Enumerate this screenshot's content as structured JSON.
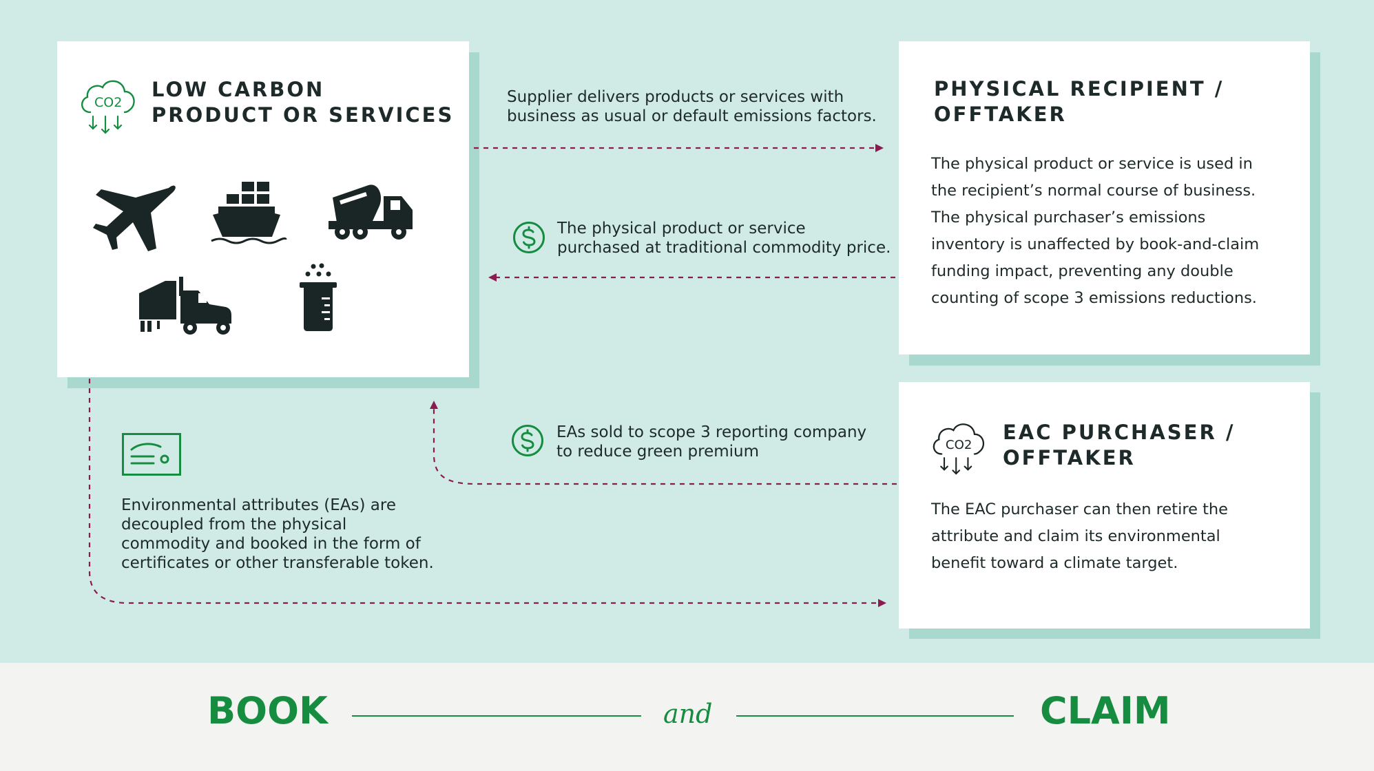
{
  "colors": {
    "panel": "#d0ebe5",
    "shadow": "#a9d8ce",
    "card": "#ffffff",
    "text": "#1e2a2a",
    "arrow": "#8b1a4e",
    "green": "#168c40",
    "icon": "#1a2525",
    "footer": "#f3f3f1"
  },
  "low_carbon": {
    "icon": "co2-cloud-down-icon",
    "icon_label": "CO2",
    "title_lines": [
      "LOW CARBON",
      "PRODUCT OR SERVICES"
    ],
    "product_icons": [
      "airplane-icon",
      "cargo-ship-icon",
      "cement-truck-icon",
      "semi-truck-icon",
      "beaker-icon"
    ]
  },
  "physical_recipient": {
    "title_lines": [
      "PHYSICAL RECIPIENT /",
      "OFFTAKER"
    ],
    "body_lines": [
      "The physical product or service is used in",
      "the recipient’s normal course of business.",
      "The physical purchaser’s emissions",
      "inventory is unaffected by book-and-claim",
      "funding impact, preventing any double",
      "counting of scope 3 emissions reductions."
    ]
  },
  "eac_purchaser": {
    "icon": "co2-cloud-down-icon",
    "icon_label": "CO2",
    "title_lines": [
      "EAC PURCHASER /",
      "OFFTAKER"
    ],
    "body_lines": [
      "The EAC purchaser can then retire the",
      "attribute and claim its environmental",
      "benefit toward a climate target."
    ]
  },
  "flows": {
    "supplier_delivers": [
      "Supplier delivers products or services with",
      "business as usual or default emissions factors."
    ],
    "purchased": {
      "icon": "dollar-circle-icon",
      "lines": [
        "The physical product or service",
        "purchased at traditional commodity price."
      ]
    },
    "eas_sold": {
      "icon": "dollar-circle-icon",
      "lines": [
        "EAs sold to scope 3 reporting company",
        "to reduce green premium"
      ]
    },
    "decoupled": {
      "icon": "certificate-icon",
      "lines": [
        "Environmental attributes (EAs) are",
        "decoupled from the physical",
        "commodity and booked in the form of",
        "certificates or other transferable token."
      ]
    }
  },
  "footer": {
    "book": "BOOK",
    "and": "and",
    "claim": "CLAIM"
  }
}
